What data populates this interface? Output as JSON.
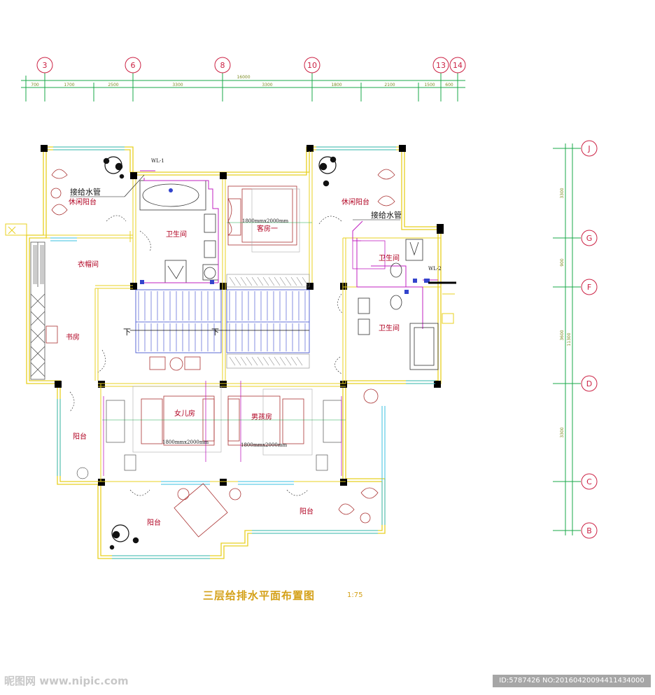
{
  "title": "三层给排水平面布置图",
  "scale": "1:75",
  "grid_top": [
    "3",
    "6",
    "8",
    "10",
    "13",
    "14"
  ],
  "grid_right": [
    "J",
    "G",
    "F",
    "D",
    "C",
    "B"
  ],
  "dims_top": [
    "700",
    "1700",
    "2500",
    "3300",
    "3300",
    "1800",
    "2100",
    "1500",
    "600"
  ],
  "dim_total_top": "16000",
  "dims_right": [
    "3300",
    "900",
    "3600",
    "3300"
  ],
  "dim_total_right": "11300",
  "rooms": {
    "leisure_balcony_left": "休闲阳台",
    "leisure_balcony_right": "休闲阳台",
    "bathroom_center": "卫生间",
    "guest_room": "客房一",
    "cloakroom": "衣帽间",
    "study": "书房",
    "bathroom_right_1": "卫生间",
    "bathroom_right_2": "卫生间",
    "daughter_room": "女儿房",
    "son_room": "男孩房",
    "balcony_west": "阳台",
    "balcony_south_1": "阳台",
    "balcony_south_2": "阳台"
  },
  "notes": {
    "water_inlet_left": "接给水管",
    "water_inlet_right": "接给水管",
    "pipe_wl1": "WL-1",
    "pipe_wl2": "WL-2",
    "bed_guest": "1800mmx2000mm",
    "bed_daughter": "1800mmx2000mm",
    "bed_son": "1800mmx2000mm",
    "stair_down_left": "下",
    "stair_down_right": "下"
  },
  "watermark_left": "昵图网 www.nipic.com",
  "watermark_right": "ID:5787426 NO:20160420094411434000"
}
